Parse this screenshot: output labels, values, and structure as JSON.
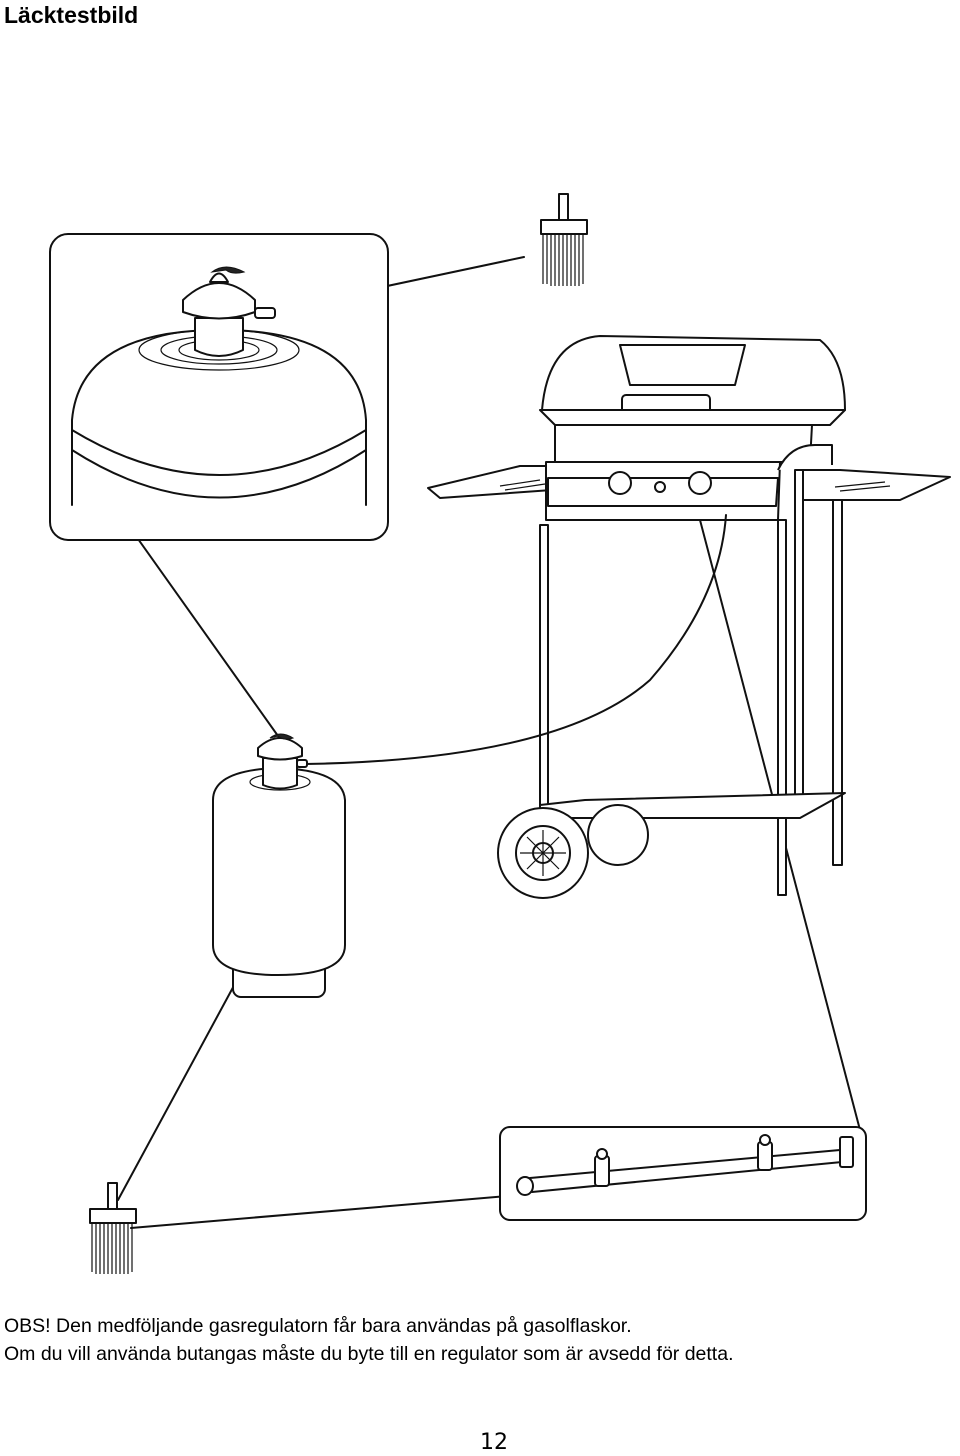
{
  "page": {
    "title": "Läcktestbild",
    "note_line1": "OBS! Den medföljande gasregulatorn får bara användas på gasolflaskor.",
    "note_line2": "Om du vill använda butangas måste du byte till en regulator som är avsedd för detta.",
    "page_number": "12"
  },
  "illustration": {
    "icons": [
      "brush-icon",
      "gas-cylinder-icon",
      "regulator-icon",
      "grill-icon",
      "burner-manifold-icon"
    ]
  }
}
